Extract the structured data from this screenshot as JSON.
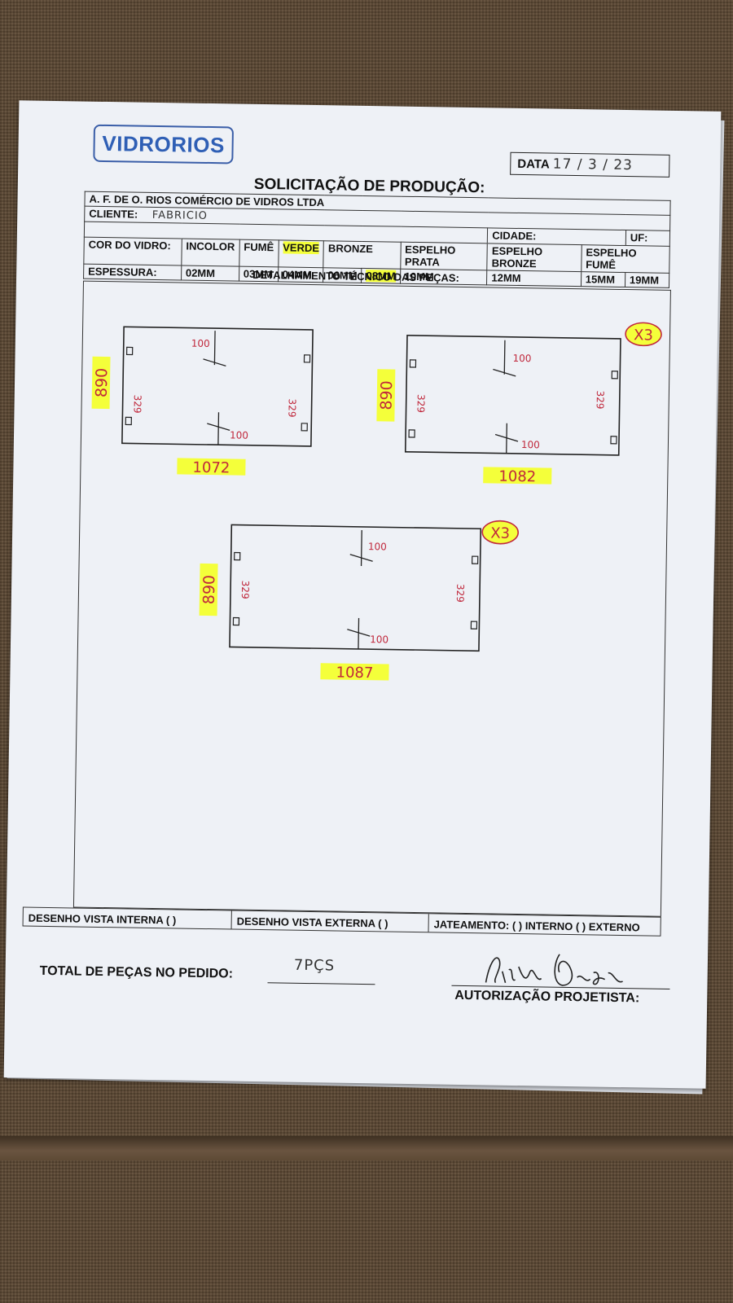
{
  "logo": {
    "text": "VIDRORIOS"
  },
  "date": {
    "label": "DATA",
    "value": "17 / 3 / 23"
  },
  "title": "SOLICITAÇÃO DE PRODUÇÃO:",
  "company": "A. F. DE O. RIOS COMÉRCIO DE VIDROS LTDA",
  "client": {
    "label": "CLIENTE:",
    "value": "FABRICIO"
  },
  "city": {
    "label": "CIDADE:",
    "value": ""
  },
  "uf": {
    "label": "UF:",
    "value": ""
  },
  "glass_color": {
    "label": "COR DO VIDRO:",
    "options": [
      "INCOLOR",
      "FUMÊ",
      "VERDE",
      "BRONZE",
      "ESPELHO PRATA",
      "ESPELHO BRONZE",
      "ESPELHO FUMÊ"
    ],
    "selected": "VERDE"
  },
  "thickness": {
    "label": "ESPESSURA:",
    "options": [
      "02MM",
      "03MM",
      "04MM",
      "06MM",
      "08MM",
      "10MM",
      "12MM",
      "15MM",
      "19MM"
    ],
    "selected": "08MM"
  },
  "detail_title": "DETALHAMENTO TÉCNICO DAS PEÇAS:",
  "pieces": [
    {
      "width": "1072",
      "height": "890",
      "side_marks": "329",
      "hole_marks": "100",
      "quantity": ""
    },
    {
      "width": "1082",
      "height": "890",
      "side_marks": "329",
      "hole_marks": "100",
      "quantity": "X3"
    },
    {
      "width": "1087",
      "height": "890",
      "side_marks": "329",
      "hole_marks": "100",
      "quantity": "X3"
    }
  ],
  "footer": {
    "internal": "DESENHO VISTA INTERNA ( )",
    "external": "DESENHO VISTA EXTERNA ( )",
    "sandblast": "JATEAMENTO: ( ) INTERNO ( ) EXTERNO"
  },
  "total": {
    "label": "TOTAL DE PEÇAS NO PEDIDO:",
    "value": "7PÇS"
  },
  "authorization": {
    "label": "AUTORIZAÇÃO PROJETISTA:",
    "signature": "Filipe Rios"
  },
  "colors": {
    "highlight": "#f4ff3a",
    "ink_red": "#c0283c",
    "logo_blue": "#2f5fb5"
  }
}
